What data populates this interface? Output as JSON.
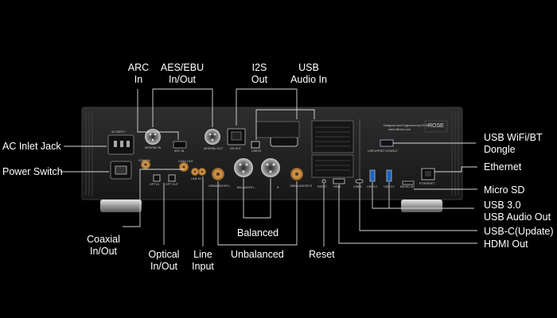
{
  "callouts": {
    "arc": {
      "line1": "ARC",
      "line2": "In"
    },
    "aes_ebu": {
      "line1": "AES/EBU",
      "line2": "In/Out"
    },
    "i2s": {
      "line1": "I2S",
      "line2": "Out"
    },
    "usb_audio_in": {
      "line1": "USB",
      "line2": "Audio In"
    },
    "ac_inlet": "AC Inlet Jack",
    "power_switch": "Power Switch",
    "coaxial": {
      "line1": "Coaxial",
      "line2": "In/Out"
    },
    "optical": {
      "line1": "Optical",
      "line2": "In/Out"
    },
    "line_input": {
      "line1": "Line",
      "line2": "Input"
    },
    "balanced": "Balanced",
    "unbalanced": "Unbalanced",
    "reset": "Reset",
    "usb_wifi_bt": {
      "line1": "USB WiFi/BT",
      "line2": "Dongle"
    },
    "ethernet": "Ethernet",
    "micro_sd": "Micro SD",
    "usb3": {
      "line1": "USB 3.0",
      "line2": "USB Audio Out"
    },
    "usb_c": "USB-C(Update)",
    "hdmi_out": "HDMI Out"
  },
  "panel": {
    "brand": "ROSE",
    "designed_by": "Designed and Engineered by ROSE",
    "website": "www.hifirose.com",
    "ac_input_label": "AC INPUT~",
    "aes_in_label": "AES/EBU IN",
    "arc_label": "ARC IN",
    "aes_out_label": "AES/EBU OUT",
    "i2s_label": "I2S OUT",
    "usb_in_label": "USB IN",
    "usb_wifi_label": "USB WIFI/BT DONGLE",
    "coax_in_label": "COAX IN",
    "coax_out_label": "COAX OUT",
    "opt_in_label": "OPT IN",
    "opt_out_label": "OPT OUT",
    "line_in_label": "LINE IN",
    "unbal_l_label": "UNBALANCED L",
    "unbal_r_label": "UNBALANCED R",
    "bal_l_label": "BALANCED L",
    "bal_r_label": "R",
    "reset_label": "RESET",
    "hdmi_label": "HDMI",
    "usbc_label": "USB-C",
    "usb30_label_1": "USB 3.0",
    "usb30_label_2": "USB 3.0",
    "micro_sd_label": "MICRO SD",
    "ethernet_label": "ETHERNET"
  },
  "colors": {
    "background": "#000000",
    "leader_line": "#d8d8d8",
    "chassis": "#232323",
    "text": "#ffffff"
  },
  "icons": {
    "power_inlet": "iec-inlet-icon",
    "power_switch": "rocker-switch-icon",
    "xlr": "xlr-connector-icon",
    "rca": "rca-jack-icon",
    "rj45": "rj45-port-icon",
    "usb": "usb-port-icon",
    "optical": "toslink-port-icon"
  }
}
